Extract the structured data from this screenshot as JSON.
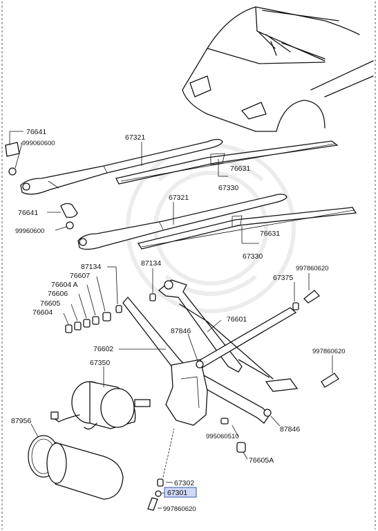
{
  "labels": {
    "l76641a": "76641",
    "l999060600": "999060600",
    "l67321a": "67321",
    "l76631a": "76631",
    "l67330a": "67330",
    "l67321b": "67321",
    "l76641b": "76641",
    "l99960600": "99960600",
    "l76631b": "76631",
    "l67330b": "67330",
    "l87134a": "87134",
    "l87134b": "87134",
    "l76607": "76607",
    "l76604A": "76604 A",
    "l76606": "76606",
    "l76605": "76605",
    "l76604": "76604",
    "l997860620a": "997860620",
    "l67375": "67375",
    "l76601": "76601",
    "l87846a": "87846",
    "l76602": "76602",
    "l997860620b": "997860620",
    "l67350": "67350",
    "l87956": "87956",
    "l87846b": "87846",
    "l995060510": "995060510",
    "l76605A": "76605A",
    "l67302": "67302",
    "l67301": "67301",
    "l997860620c": "997860620"
  },
  "highlight_color": "#cfd8f4"
}
